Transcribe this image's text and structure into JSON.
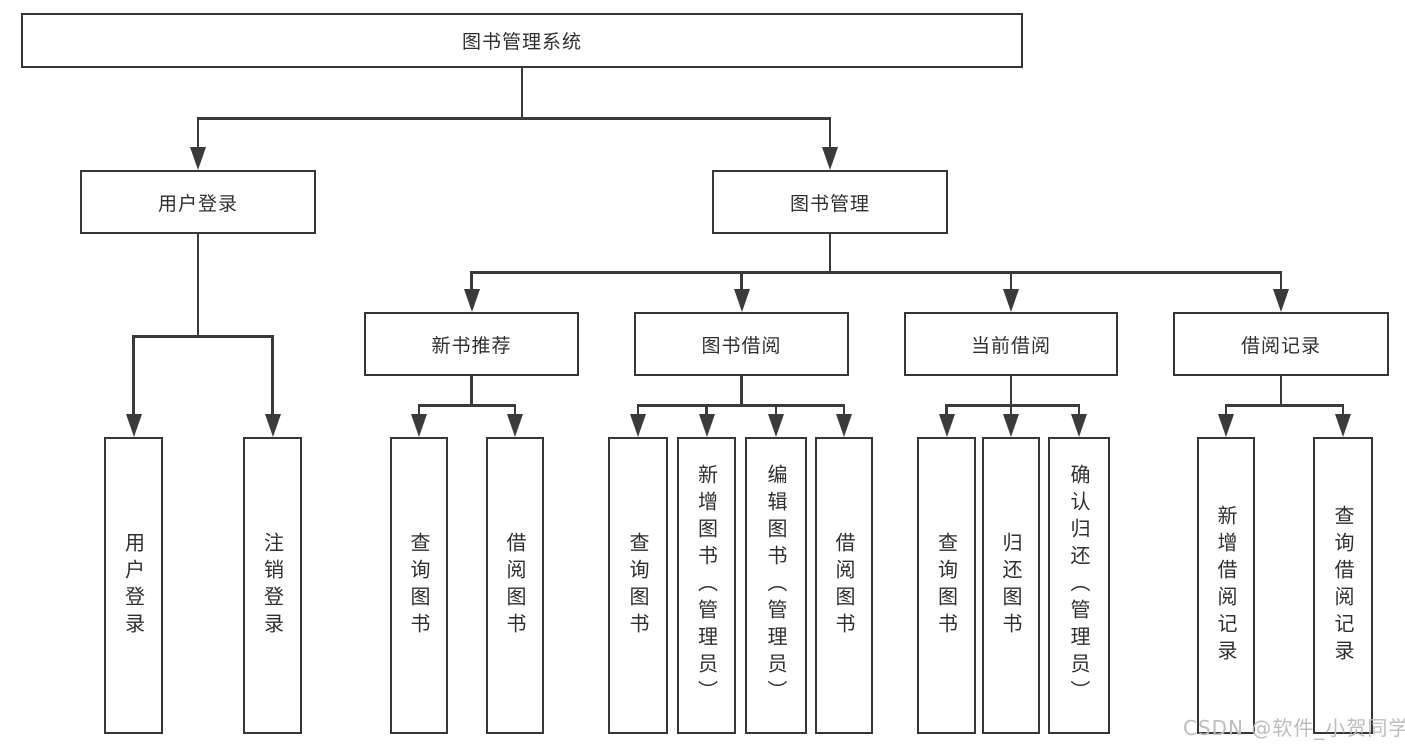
{
  "diagram": {
    "title": "图书管理系统",
    "nodes": {
      "root": "图书管理系统",
      "login": "用户登录",
      "manage": "图书管理",
      "recommend": "新书推荐",
      "borrow": "图书借阅",
      "current": "当前借阅",
      "record": "借阅记录"
    },
    "leaves": {
      "login": [
        "用户登录",
        "注销登录"
      ],
      "recommend": [
        "查询图书",
        "借阅图书"
      ],
      "borrow": [
        "查询图书",
        "新增图书（管理员）",
        "编辑图书（管理员）",
        "借阅图书"
      ],
      "current": [
        "查询图书",
        "归还图书",
        "确认归还（管理员）"
      ],
      "record": [
        "新增借阅记录",
        "查询借阅记录"
      ]
    }
  },
  "watermark": "CSDN @软件_小贺同学",
  "colors": {
    "line": "#3a3a3a",
    "border": "#363636",
    "text": "#2f2f2f",
    "watermark": "#bdbdbd",
    "background": "#ffffff"
  }
}
